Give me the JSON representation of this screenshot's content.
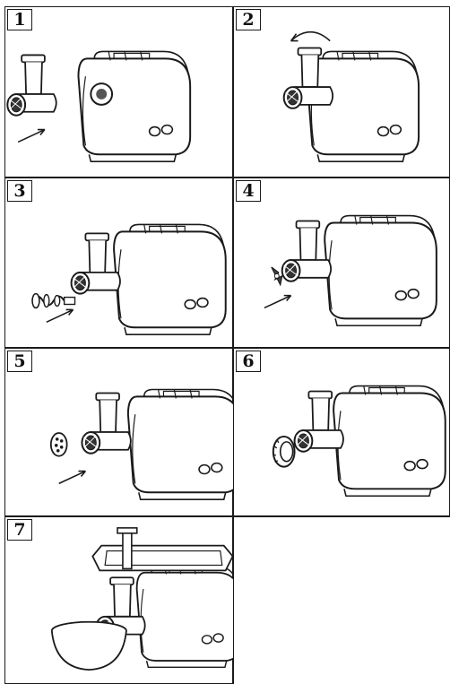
{
  "steps": [
    {
      "number": "1",
      "icons": [
        "meat-grinder-body-icon",
        "grinder-head-icon",
        "arrow-icon"
      ]
    },
    {
      "number": "2",
      "icons": [
        "meat-grinder-body-icon",
        "grinder-head-icon",
        "rotate-arrow-icon"
      ]
    },
    {
      "number": "3",
      "icons": [
        "meat-grinder-body-icon",
        "auger-screw-icon",
        "arrow-icon"
      ]
    },
    {
      "number": "4",
      "icons": [
        "meat-grinder-body-icon",
        "cutting-blade-icon",
        "arrow-icon"
      ]
    },
    {
      "number": "5",
      "icons": [
        "meat-grinder-body-icon",
        "cutting-plate-icon",
        "arrow-icon"
      ]
    },
    {
      "number": "6",
      "icons": [
        "meat-grinder-body-icon",
        "ring-nut-icon"
      ]
    },
    {
      "number": "7",
      "icons": [
        "meat-grinder-body-icon",
        "feeding-tray-icon",
        "pusher-icon",
        "bowl-icon"
      ]
    }
  ],
  "colors": {
    "line": "#1a1a1a",
    "background": "#ffffff"
  }
}
